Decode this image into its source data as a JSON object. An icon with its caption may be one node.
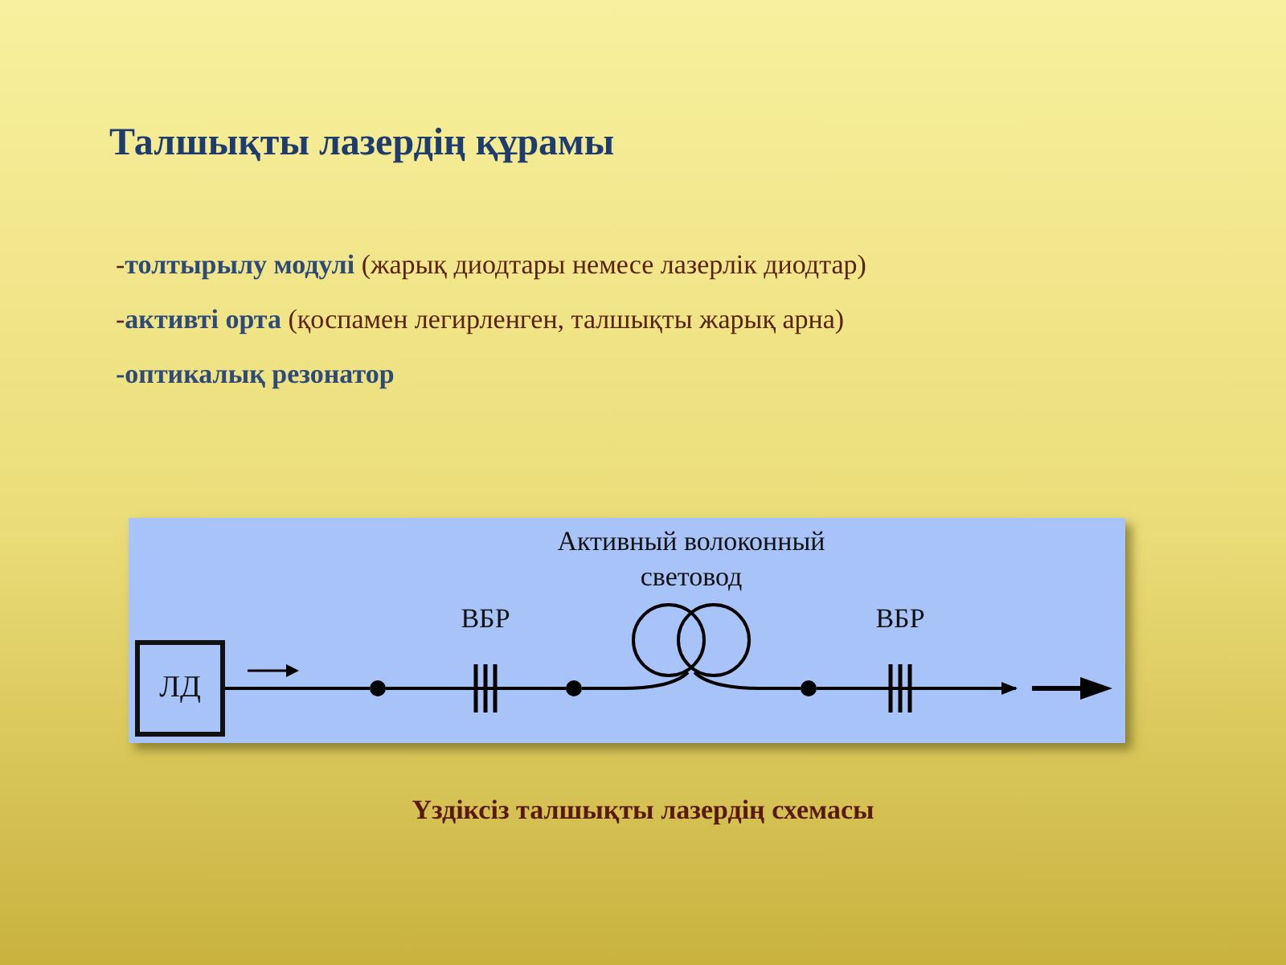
{
  "diagram": {
    "title": "Талшықты лазердің құрамы",
    "caption": "Үздіксіз талшықты лазердің схемасы",
    "nodes": [
      {
        "text": [
          "ЛД"
        ]
      },
      {
        "text": [],
        "shape": "circle"
      },
      {
        "text": [
          "ВБР"
        ]
      },
      {
        "text": [],
        "shape": "circle"
      },
      {
        "text": [],
        "shape": "coil",
        "beside": [
          "Активный волоконный световод"
        ]
      },
      {
        "text": [],
        "shape": "circle"
      },
      {
        "text": [
          "ВБР"
        ]
      }
    ],
    "edges": [
      {
        "from": 0,
        "to": 1,
        "arrow": "none"
      },
      {
        "from": 1,
        "to": 2,
        "arrow": "none"
      },
      {
        "from": 2,
        "to": 3,
        "arrow": "none"
      },
      {
        "from": 3,
        "to": 4,
        "arrow": "none"
      },
      {
        "from": 4,
        "to": 5,
        "arrow": "none"
      },
      {
        "from": 5,
        "to": 6,
        "arrow": "none"
      },
      {
        "from": 6,
        "to": null,
        "arrow": "to"
      }
    ],
    "labels": [
      "-**толтырылу модулі** (жарық диодтары немесе лазерлік диодтар)",
      "-**активті орта** (қоспамен легирленген, талшықты жарық арна)",
      "-оптикалық резонатор"
    ]
  }
}
